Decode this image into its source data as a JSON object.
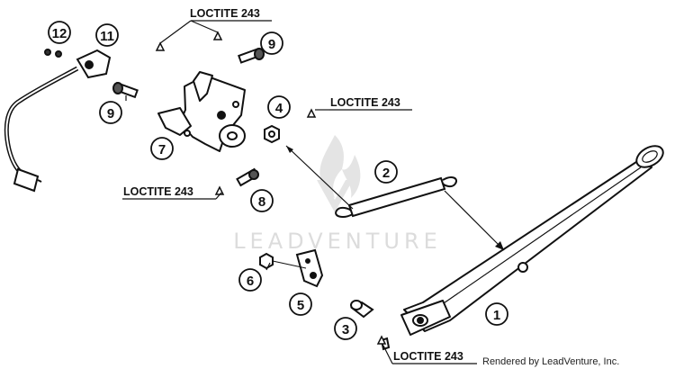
{
  "diagram": {
    "callouts": [
      "1",
      "2",
      "3",
      "4",
      "5",
      "6",
      "7",
      "8",
      "9",
      "9",
      "11",
      "12"
    ],
    "loctite_labels": [
      "LOCTITE 243",
      "LOCTITE 243",
      "LOCTITE 243",
      "LOCTITE 243"
    ],
    "watermark": "LEADVENTURE",
    "credit": "Rendered by LeadVenture, Inc."
  }
}
